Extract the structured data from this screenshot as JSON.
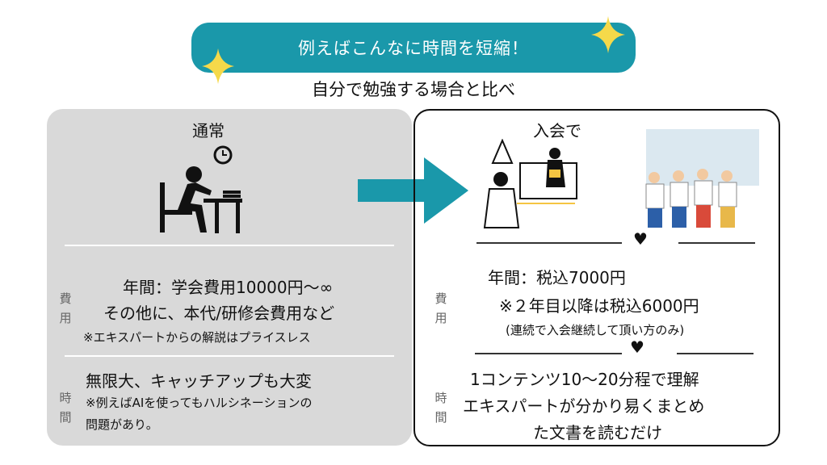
{
  "banner": "例えばこんなに時間を短縮！",
  "subtitle": "自分で勉強する場合と比べ",
  "left": {
    "heading": "通常",
    "cost_label": "費用",
    "time_label": "時間",
    "cost_lines": [
      "年間：学会費用10000円〜∞",
      "その他に、本代/研修会費用など",
      "※エキスパートからの解説はプライスレス"
    ],
    "time_lines": [
      "無限大、キャッチアップも大変",
      "※例えばAIを使ってもハルシネーションの",
      "問題があり。"
    ]
  },
  "right": {
    "heading": "入会で",
    "cost_label": "費用",
    "time_label": "時間",
    "cost_lines": [
      "年間：税込7000円",
      "※２年目以降は税込6000円",
      "(連続で入会継続して頂い方のみ)"
    ],
    "time_lines": [
      "1コンテンツ10〜20分程で理解",
      "エキスパートが分かり易くまとめ",
      "た文書を読むだけ"
    ]
  },
  "colors": {
    "teal": "#1a98aa",
    "sparkle": "#f5d94a",
    "panel": "#d9d9d9"
  }
}
